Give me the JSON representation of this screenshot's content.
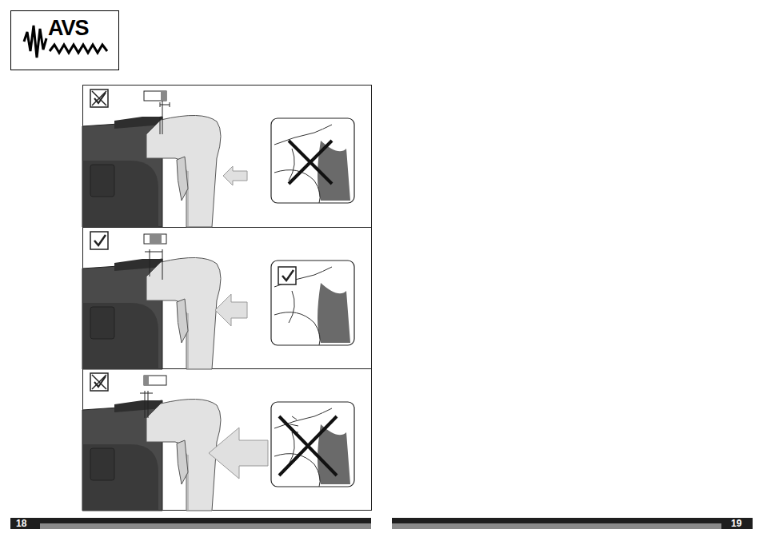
{
  "diagram": {
    "nodes": [
      {
        "text": [
          "AVS"
        ]
      }
    ],
    "labels": [
      "18",
      "19"
    ]
  }
}
